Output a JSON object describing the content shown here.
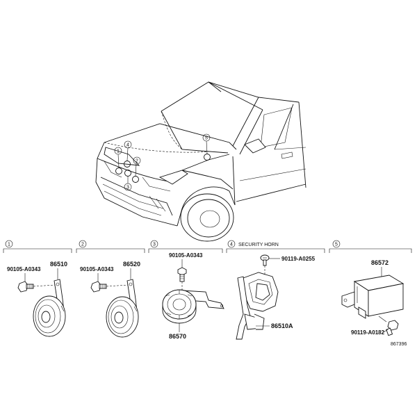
{
  "diagram_id": "867396",
  "callouts": [
    "1",
    "2",
    "3",
    "4",
    "5"
  ],
  "sections": [
    {
      "num": "1",
      "title": "",
      "parts": [
        "90105-A0343",
        "86510"
      ]
    },
    {
      "num": "2",
      "title": "",
      "parts": [
        "90105-A0343",
        "86520"
      ]
    },
    {
      "num": "3",
      "title": "",
      "parts": [
        "90105-A0343",
        "86570"
      ]
    },
    {
      "num": "4",
      "title": "SECURITY HORN",
      "parts": [
        "90119-A0255",
        "86510A"
      ]
    },
    {
      "num": "5",
      "title": "",
      "parts": [
        "86572",
        "90119-A0182"
      ]
    }
  ]
}
